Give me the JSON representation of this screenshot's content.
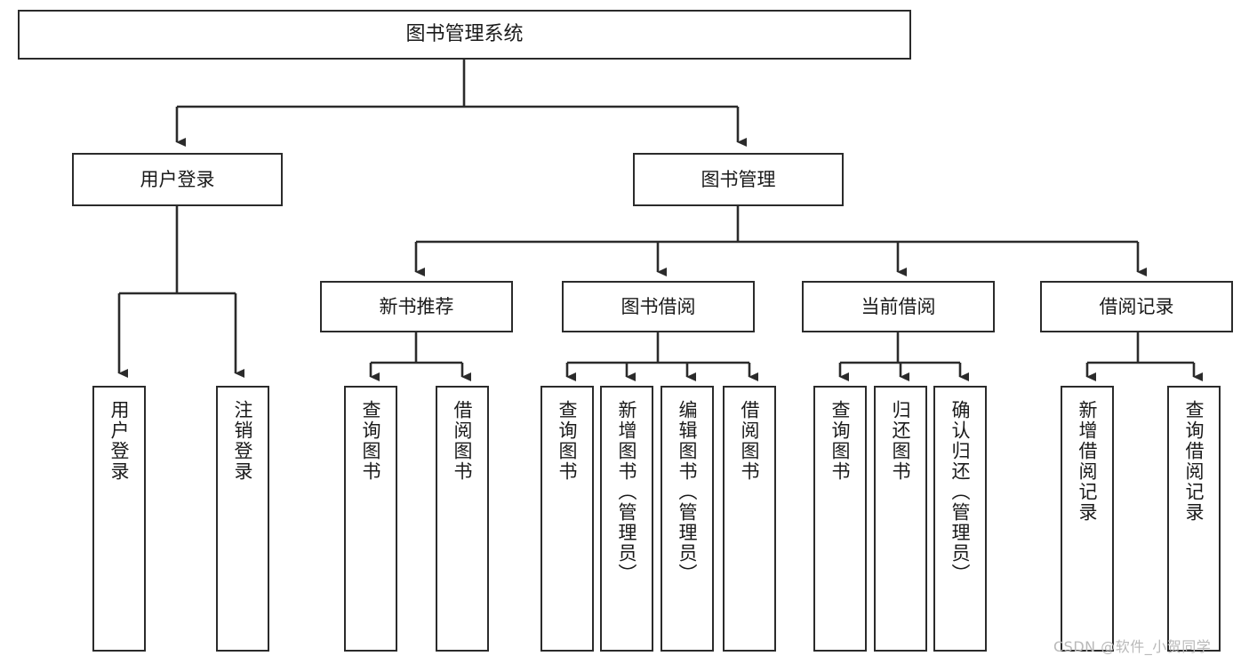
{
  "diagram": {
    "type": "tree-hierarchy-diagram",
    "title": "图书管理系统",
    "watermark": "CSDN @软件_小贺同学",
    "colors": {
      "box_border": "#2b2b2b",
      "box_fill": "#ffffff",
      "connector": "#2b2b2b",
      "text": "#1a1a1a",
      "watermark": "#b9b9b9",
      "background": "#ffffff"
    },
    "root": {
      "label": "图书管理系统"
    },
    "level1": [
      {
        "label": "用户登录"
      },
      {
        "label": "图书管理"
      }
    ],
    "level2": [
      {
        "label": "新书推荐"
      },
      {
        "label": "图书借阅"
      },
      {
        "label": "当前借阅"
      },
      {
        "label": "借阅记录"
      }
    ],
    "leaves": {
      "user_login": [
        {
          "label": "用户登录"
        },
        {
          "label": "注销登录"
        }
      ],
      "new_book_recommend": [
        {
          "label": "查询图书"
        },
        {
          "label": "借阅图书"
        }
      ],
      "book_borrow": [
        {
          "label": "查询图书"
        },
        {
          "label": "新增图书（管理员）"
        },
        {
          "label": "编辑图书（管理员）"
        },
        {
          "label": "借阅图书"
        }
      ],
      "current_borrow": [
        {
          "label": "查询图书"
        },
        {
          "label": "归还图书"
        },
        {
          "label": "确认归还（管理员）"
        }
      ],
      "borrow_record": [
        {
          "label": "新增借阅记录"
        },
        {
          "label": "查询借阅记录"
        }
      ]
    }
  }
}
